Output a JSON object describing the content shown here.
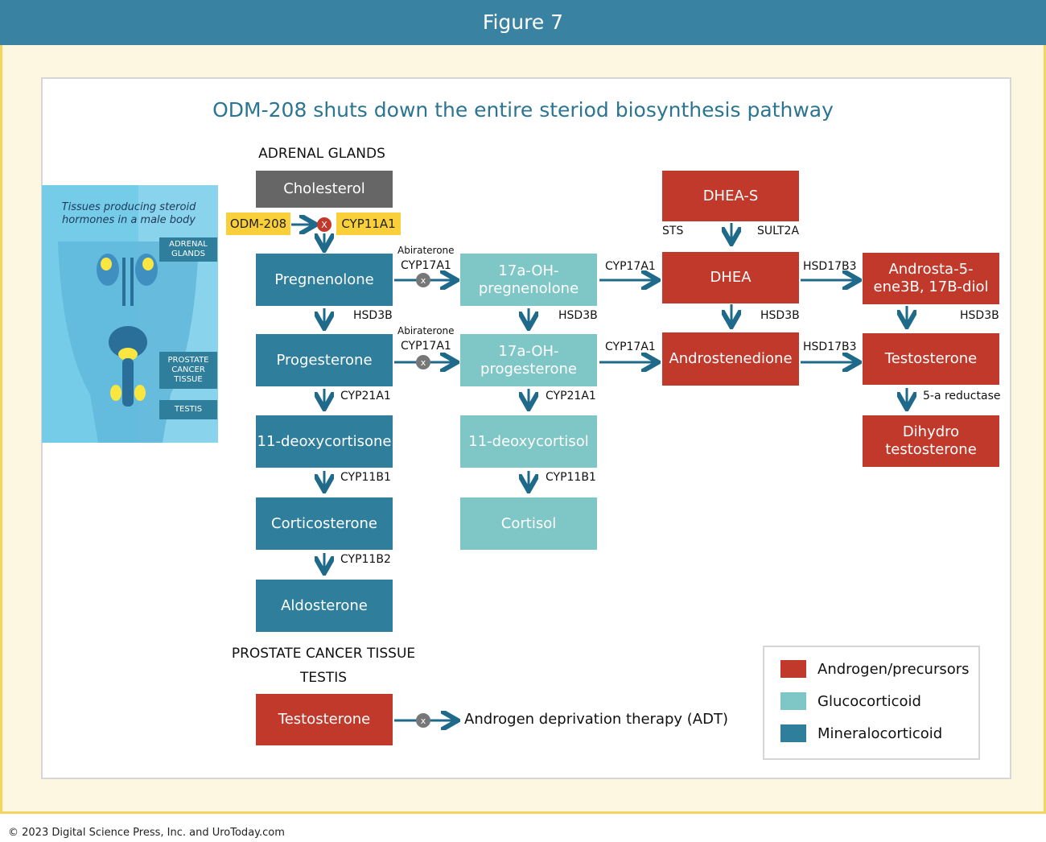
{
  "header": {
    "title": "Figure 7"
  },
  "diagram": {
    "title": "ODM-208 shuts down the entire steriod biosynthesis pathway",
    "sections": {
      "adrenal": "ADRENAL GLANDS",
      "prostate": "PROSTATE CANCER TISSUE",
      "testis": "TESTIS"
    },
    "inset": {
      "caption": "Tissues producing steroid hormones in a male body",
      "tags": {
        "adrenal": "ADRENAL GLANDS",
        "prostate": "PROSTATE CANCER TISSUE",
        "testis": "TESTIS"
      }
    },
    "nodes": {
      "cholesterol": "Cholesterol",
      "pregnenolone": "Pregnenolone",
      "progesterone": "Progesterone",
      "deoxycortisone": "11-deoxycortisone",
      "corticosterone": "Corticosterone",
      "aldosterone": "Aldosterone",
      "oh_pregnenolone": "17a-OH-\npregnenolone",
      "oh_progesterone": "17a-OH-\nprogesterone",
      "deoxycortisol": "11-deoxycortisol",
      "cortisol": "Cortisol",
      "dheas": "DHEA-S",
      "dhea": "DHEA",
      "androstenedione": "Androstenedione",
      "androstadiol": "Androsta-5-\nene3B, 17B-diol",
      "testosterone": "Testosterone",
      "dihydrotestosterone": "Dihydro\ntestosterone",
      "testosterone_testis": "Testosterone"
    },
    "inhibitors": {
      "odm": "ODM-208",
      "cyp11a1": "CYP11A1",
      "abiraterone": "Abiraterone",
      "block_mark": "x",
      "block_mark_upper": "X"
    },
    "enzymes": {
      "hsd3b": "HSD3B",
      "cyp17a1": "CYP17A1",
      "cyp21a1": "CYP21A1",
      "cyp11b1": "CYP11B1",
      "cyp11b2": "CYP11B2",
      "sts": "STS",
      "sult2a": "SULT2A",
      "hsd17b3": "HSD17B3",
      "reductase": "5-a reductase"
    },
    "adt": "Androgen deprivation therapy (ADT)"
  },
  "legend": {
    "items": [
      {
        "label": "Androgen/precursors",
        "color": "#c0392b"
      },
      {
        "label": "Glucocorticoid",
        "color": "#7fc6c7"
      },
      {
        "label": "Mineralocorticoid",
        "color": "#2f7e9c"
      }
    ]
  },
  "footer": {
    "copyright": "© 2023 Digital Science Press, Inc. and UroToday.com"
  },
  "colors": {
    "accent": "#3a82a1",
    "arrow": "#1f6a8a",
    "block": "#c0392b",
    "block_grey": "#777777",
    "inhibitor": "#f9cf3a"
  }
}
